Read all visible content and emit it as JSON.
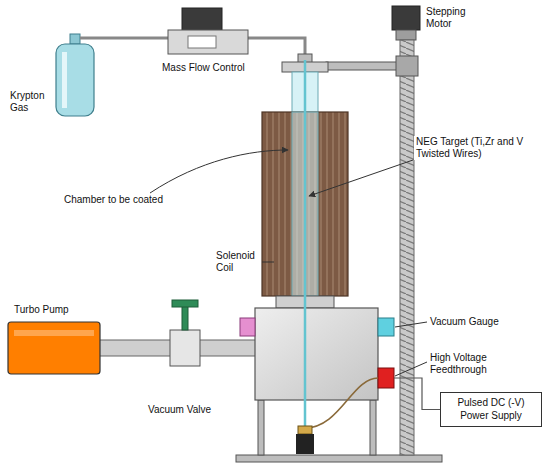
{
  "diagram": {
    "nodes": [
      {
        "text": [
          "Pulsed DC (-V) Power Supply"
        ]
      }
    ],
    "labels": [
      "Krypton Gas",
      "Mass Flow Control",
      "Stepping Motor",
      "Chamber to be coated",
      "NEG Target (Ti,Zr and V Twisted Wires)",
      "Solenoid Coil",
      "Vacuum Gauge",
      "Turbo Pump",
      "High Voltage Feedthrough",
      "Vacuum Valve"
    ]
  }
}
